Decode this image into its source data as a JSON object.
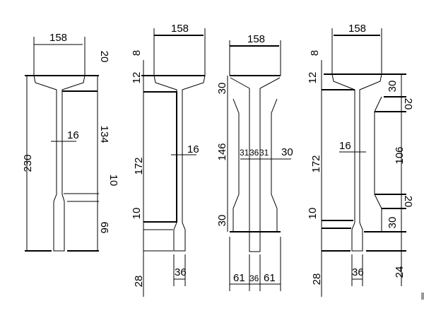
{
  "sections": [
    {
      "top_width": "158",
      "total_height": "230",
      "flange": "20",
      "web_height": "134",
      "transition": "10",
      "bottom": "66",
      "web_thickness": "16"
    },
    {
      "top_width": "158",
      "dim_a": "12",
      "dim_b": "8",
      "web_height": "172",
      "transition": "10",
      "bottom": "28",
      "web_thickness": "16",
      "bottom_width": "36"
    },
    {
      "top_width": "158",
      "top_flange": "30",
      "web_height": "146",
      "bottom_flange": "30",
      "w1": "31",
      "w2": "36",
      "w3": "31",
      "side": "30",
      "b1": "61",
      "b2": "36",
      "b3": "61"
    },
    {
      "top_width": "158",
      "dim_a": "12",
      "dim_b": "8",
      "web_height": "172",
      "transition": "10",
      "bottom": "28",
      "web_thickness": "16",
      "bottom_width": "36",
      "r_top": "30",
      "r_taper_top": "20",
      "r_mid": "106",
      "r_taper_bottom": "20",
      "r_bottom": "30",
      "r_base": "24"
    }
  ]
}
